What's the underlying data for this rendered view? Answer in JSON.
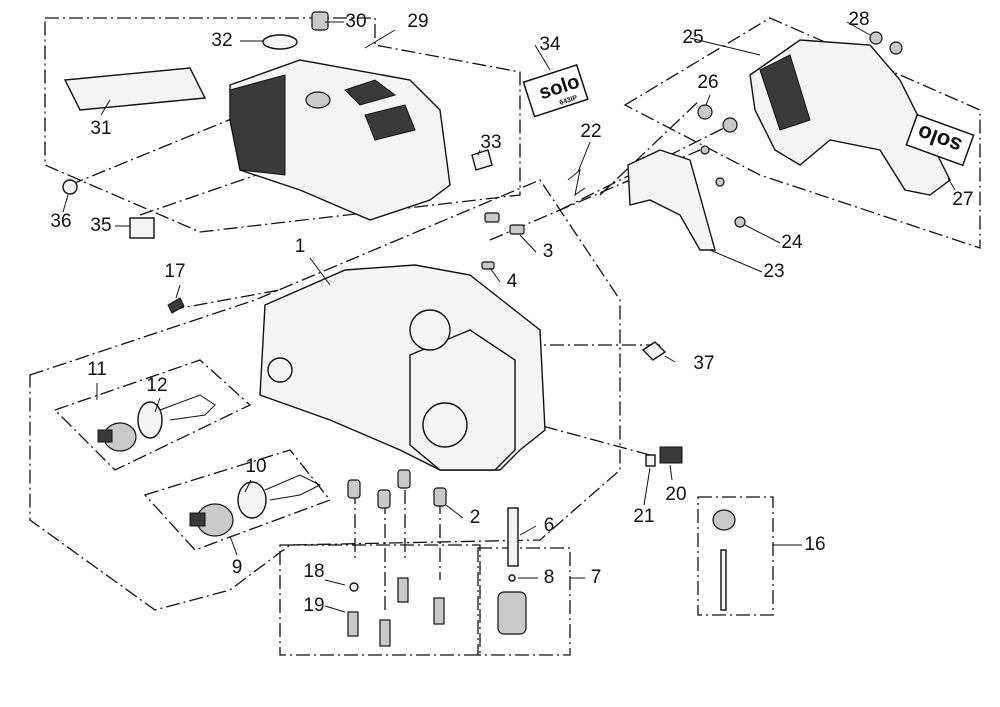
{
  "diagram": {
    "title": "Exploded parts view - crankcase and hood",
    "decals": {
      "brand": "solo",
      "model": "643IP"
    },
    "callouts": [
      "1",
      "2",
      "3",
      "4",
      "6",
      "7",
      "8",
      "9",
      "10",
      "11",
      "12",
      "16",
      "17",
      "18",
      "19",
      "20",
      "21",
      "22",
      "23",
      "24",
      "25",
      "26",
      "27",
      "28",
      "29",
      "30",
      "31",
      "32",
      "33",
      "34",
      "35",
      "36",
      "37"
    ]
  }
}
